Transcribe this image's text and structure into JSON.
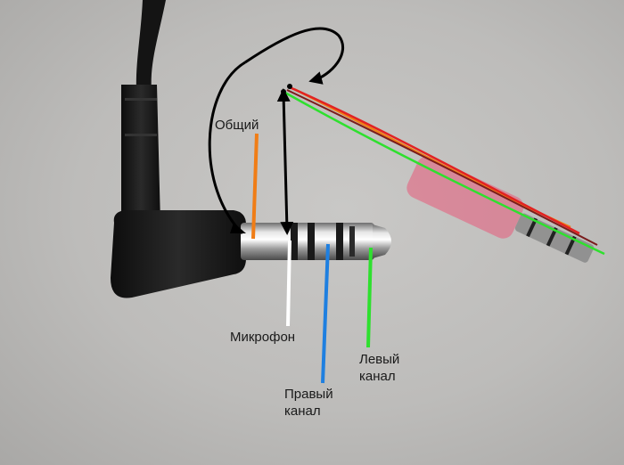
{
  "image": {
    "subject": "3.5 mm TRRS audio jack pinout",
    "background_color": "#bdbcba"
  },
  "labels": {
    "common": "Общий",
    "microphone": "Микрофон",
    "right_channel_line1": "Правый",
    "right_channel_line2": "канал",
    "left_channel_line1": "Левый",
    "left_channel_line2": "канал"
  },
  "colors": {
    "common": "#f07d16",
    "microphone": "#ffffff",
    "right_channel": "#1e7fe0",
    "left_channel": "#2ee02e",
    "arrows": "#000000"
  }
}
